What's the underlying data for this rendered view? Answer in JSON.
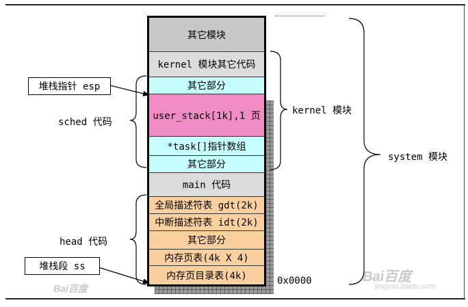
{
  "blocks": [
    {
      "label": "其它模块"
    },
    {
      "label": "kernel 模块其它代码"
    },
    {
      "label": "其它部分"
    },
    {
      "label": "user_stack[1k],1 页"
    },
    {
      "label": "*task[]指针数组"
    },
    {
      "label": "其它部分"
    },
    {
      "label": "main 代码"
    },
    {
      "label": "全局描述符表 gdt(2k)"
    },
    {
      "label": "中断描述符表 idt(2k)"
    },
    {
      "label": "其它部分"
    },
    {
      "label": "内存页表(4k X 4)"
    },
    {
      "label": "内存页目录表(4k)"
    }
  ],
  "callouts": {
    "stack_pointer": "堆栈指针 esp",
    "stack_segment": "堆栈段 ss"
  },
  "groups": {
    "sched": "sched 代码",
    "head": "head 代码",
    "kernel": "kernel 模块",
    "system": "system 模块"
  },
  "address": "0x0000",
  "watermark": {
    "main": "Bai百度",
    "url": "jingyan.baidu.com",
    "small": "Bai百度"
  }
}
